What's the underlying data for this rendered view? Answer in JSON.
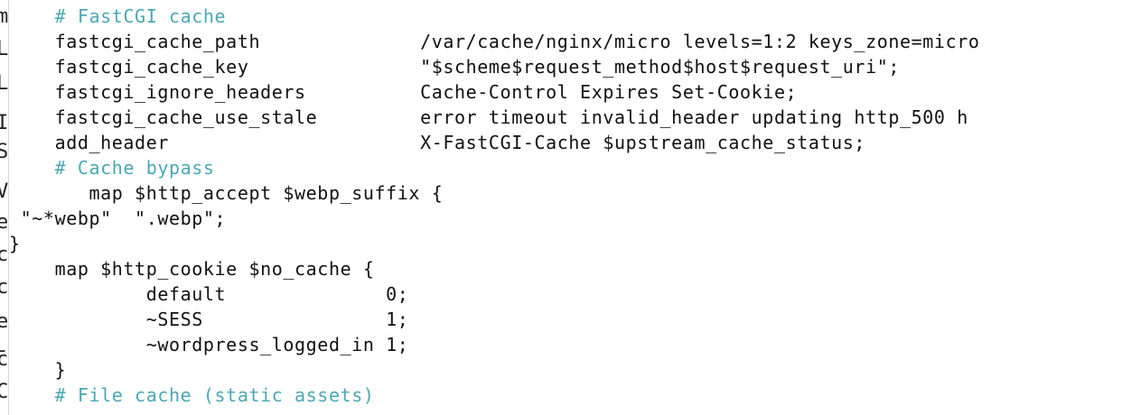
{
  "colors": {
    "text": "#111111",
    "comment": "#4aa8b3",
    "background": "#ffffff"
  },
  "left_edge": {
    "chars": [
      "m",
      "L",
      "L",
      "I",
      "S",
      "V",
      "e",
      "c",
      "c",
      "e",
      "-",
      "c",
      "C"
    ]
  },
  "editor": {
    "lines": [
      {
        "text": "    # FastCGI cache",
        "kind": "comment"
      },
      {
        "text": "    fastcgi_cache_path              /var/cache/nginx/micro levels=1:2 keys_zone=micro",
        "kind": "code"
      },
      {
        "text": "    fastcgi_cache_key               \"$scheme$request_method$host$request_uri\";",
        "kind": "code"
      },
      {
        "text": "    fastcgi_ignore_headers          Cache-Control Expires Set-Cookie;",
        "kind": "code"
      },
      {
        "text": "    fastcgi_cache_use_stale         error timeout invalid_header updating http_500 h",
        "kind": "code"
      },
      {
        "text": "    add_header                      X-FastCGI-Cache $upstream_cache_status;",
        "kind": "code"
      },
      {
        "text": "    # Cache bypass",
        "kind": "comment"
      },
      {
        "text": "       map $http_accept $webp_suffix {",
        "kind": "code"
      },
      {
        "text": " \"~*webp\"  \".webp\";",
        "kind": "code"
      },
      {
        "text": "}",
        "kind": "code"
      },
      {
        "text": "    map $http_cookie $no_cache {",
        "kind": "code"
      },
      {
        "text": "            default              0;",
        "kind": "code"
      },
      {
        "text": "            ~SESS                1;",
        "kind": "code"
      },
      {
        "text": "            ~wordpress_logged_in 1;",
        "kind": "code"
      },
      {
        "text": "    }",
        "kind": "code"
      },
      {
        "text": "    # File cache (static assets)",
        "kind": "comment"
      }
    ]
  }
}
